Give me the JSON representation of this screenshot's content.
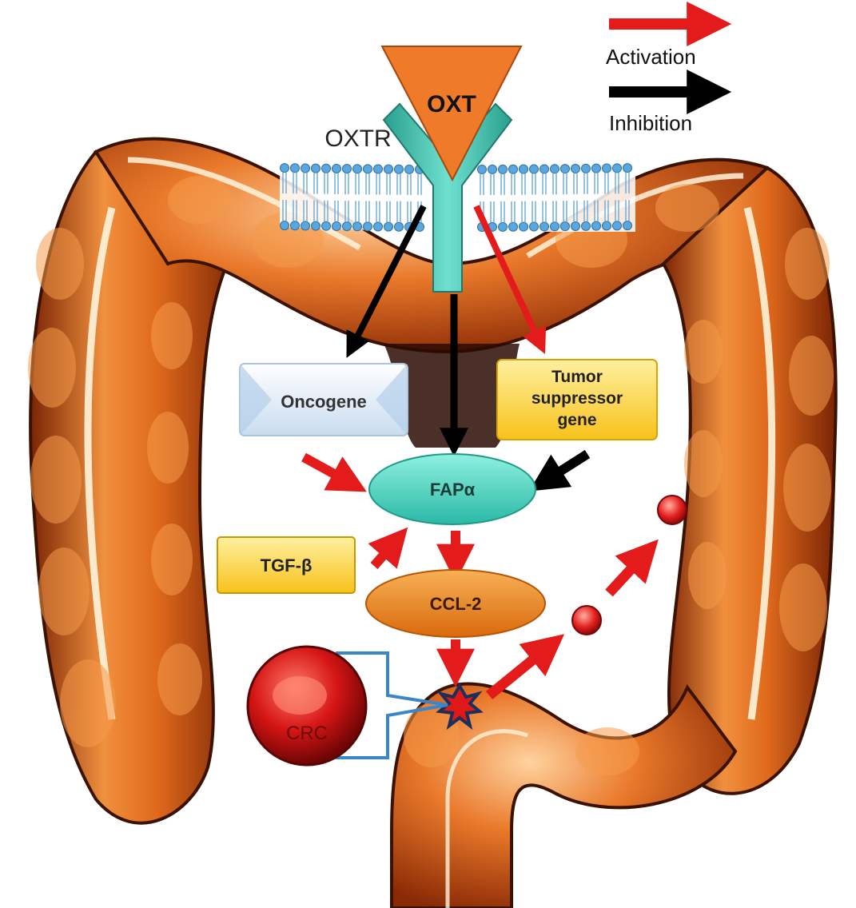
{
  "legend": {
    "activation_label": "Activation",
    "inhibition_label": "Inhibition",
    "activation_color": "#e31b1b",
    "inhibition_color": "#000000"
  },
  "nodes": {
    "oxt": "OXT",
    "oxtr": "OXTR",
    "oncogene": "Oncogene",
    "tumor_suppressor_line1": "Tumor",
    "tumor_suppressor_line2": "suppressor",
    "tumor_suppressor_line3": "gene",
    "fap": "FAPα",
    "tgf": "TGF-β",
    "ccl2": "CCL-2",
    "crc": "CRC"
  },
  "colors": {
    "intestine": "#d8621b",
    "membrane_head": "#5aa7df",
    "receptor": "#45c9b6",
    "oxt_ligand": "#ee7a2a",
    "oncogene_box": "#dce9f6",
    "suppressor_box": "#ffd84a",
    "fap_ellipse": "#4fd6c4",
    "tgf_box": "#ffc61a",
    "ccl2_ellipse": "#f08a1c",
    "crc_sphere": "#cf1414",
    "bracket": "#3a86c8"
  }
}
